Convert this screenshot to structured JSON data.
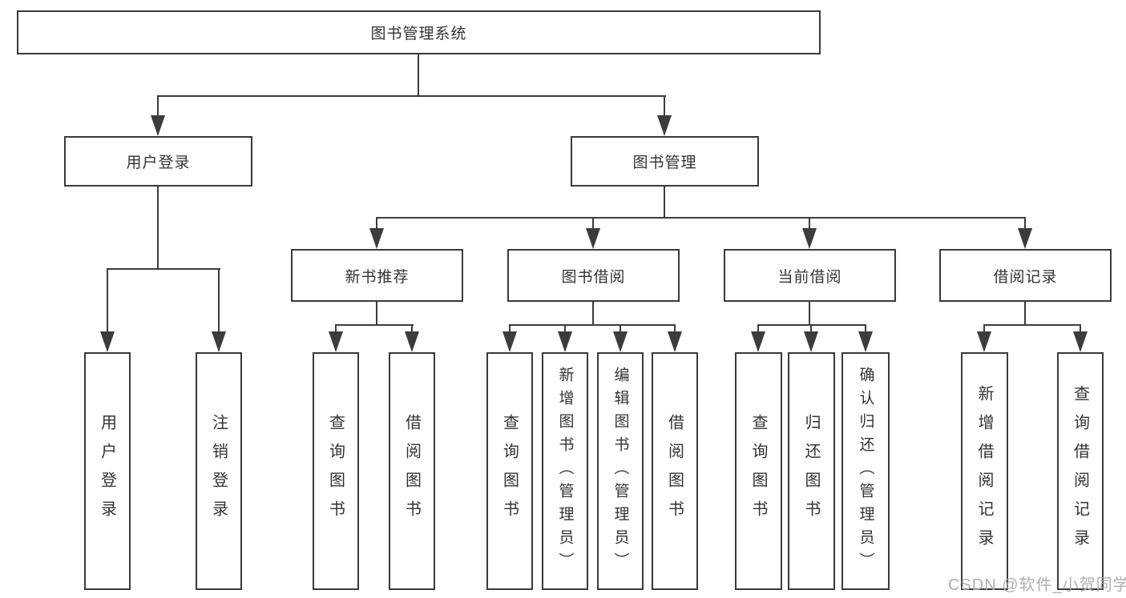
{
  "diagram": {
    "root_label": "图书管理系统",
    "level2": {
      "user_login": "用户登录",
      "book_mgmt": "图书管理"
    },
    "level3": [
      "新书推荐",
      "图书借阅",
      "当前借阅",
      "借阅记录"
    ],
    "leaves": {
      "user_login": [
        "用户登录",
        "注销登录"
      ],
      "recommend": [
        "查询图书",
        "借阅图书"
      ],
      "borrow": [
        "查询图书",
        "新增图书（管理员）",
        "编辑图书（管理员）",
        "借阅图书"
      ],
      "current": [
        "查询图书",
        "归还图书",
        "确认归还（管理员）"
      ],
      "record": [
        "新增借阅记录",
        "查询借阅记录"
      ]
    },
    "colors": {
      "line": "#3c3c3c",
      "text": "#333333",
      "watermark": "#a9a9a9"
    },
    "watermark": "CSDN @软件_小贺同学"
  }
}
